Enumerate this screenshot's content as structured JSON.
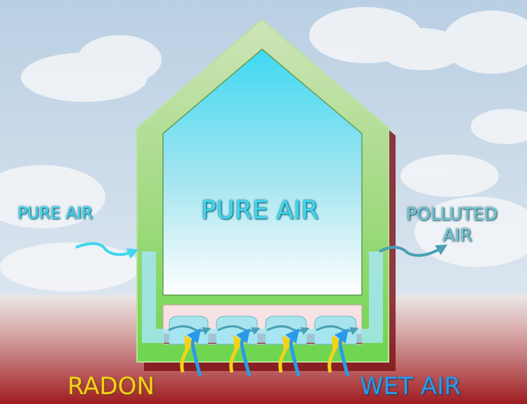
{
  "labels": {
    "pure_air_outside": "PURE AIR",
    "pure_air_inside": "PURE AIR",
    "polluted_air_line1": "POLLUTED",
    "polluted_air_line2": "AIR",
    "radon": "RADON",
    "wet_air": "WET AIR"
  },
  "colors": {
    "pure_air": "#3fd6ee",
    "polluted_air": "#72c4d2",
    "radon": "#f4d21a",
    "wet_air": "#2a9ae8",
    "walls": "#8cdc6a",
    "ground": "#a31e22"
  }
}
